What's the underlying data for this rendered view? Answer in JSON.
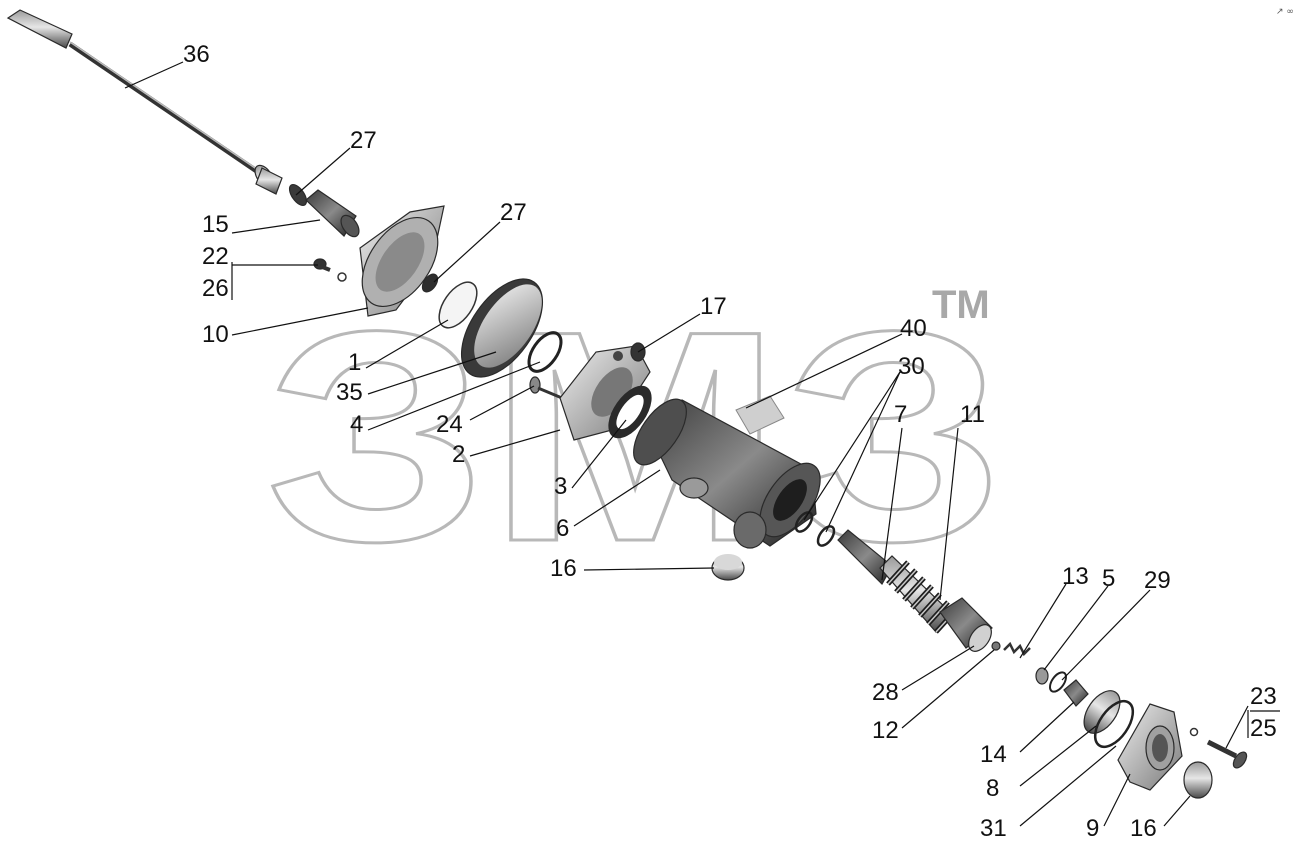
{
  "watermark": {
    "text": "ЗМЗ",
    "tm": "TM"
  },
  "corner_mark": "↗ ∞",
  "labels": {
    "l36": "36",
    "l27a": "27",
    "l15": "15",
    "l22": "22",
    "l26": "26",
    "l27b": "27",
    "l10": "10",
    "l1": "1",
    "l35": "35",
    "l4": "4",
    "l24": "24",
    "l2": "2",
    "l17": "17",
    "l3": "3",
    "l6": "6",
    "l16a": "16",
    "l40": "40",
    "l30": "30",
    "l7": "7",
    "l11": "11",
    "l13": "13",
    "l5": "5",
    "l29": "29",
    "l28": "28",
    "l12": "12",
    "l14": "14",
    "l8": "8",
    "l31": "31",
    "l9": "9",
    "l16b": "16",
    "l23": "23",
    "l25": "25"
  },
  "colors": {
    "part_dark": "#2e2e2e",
    "part_mid": "#6f6f6f",
    "part_light": "#bdbdbd",
    "watermark": "#b8b8b8"
  }
}
